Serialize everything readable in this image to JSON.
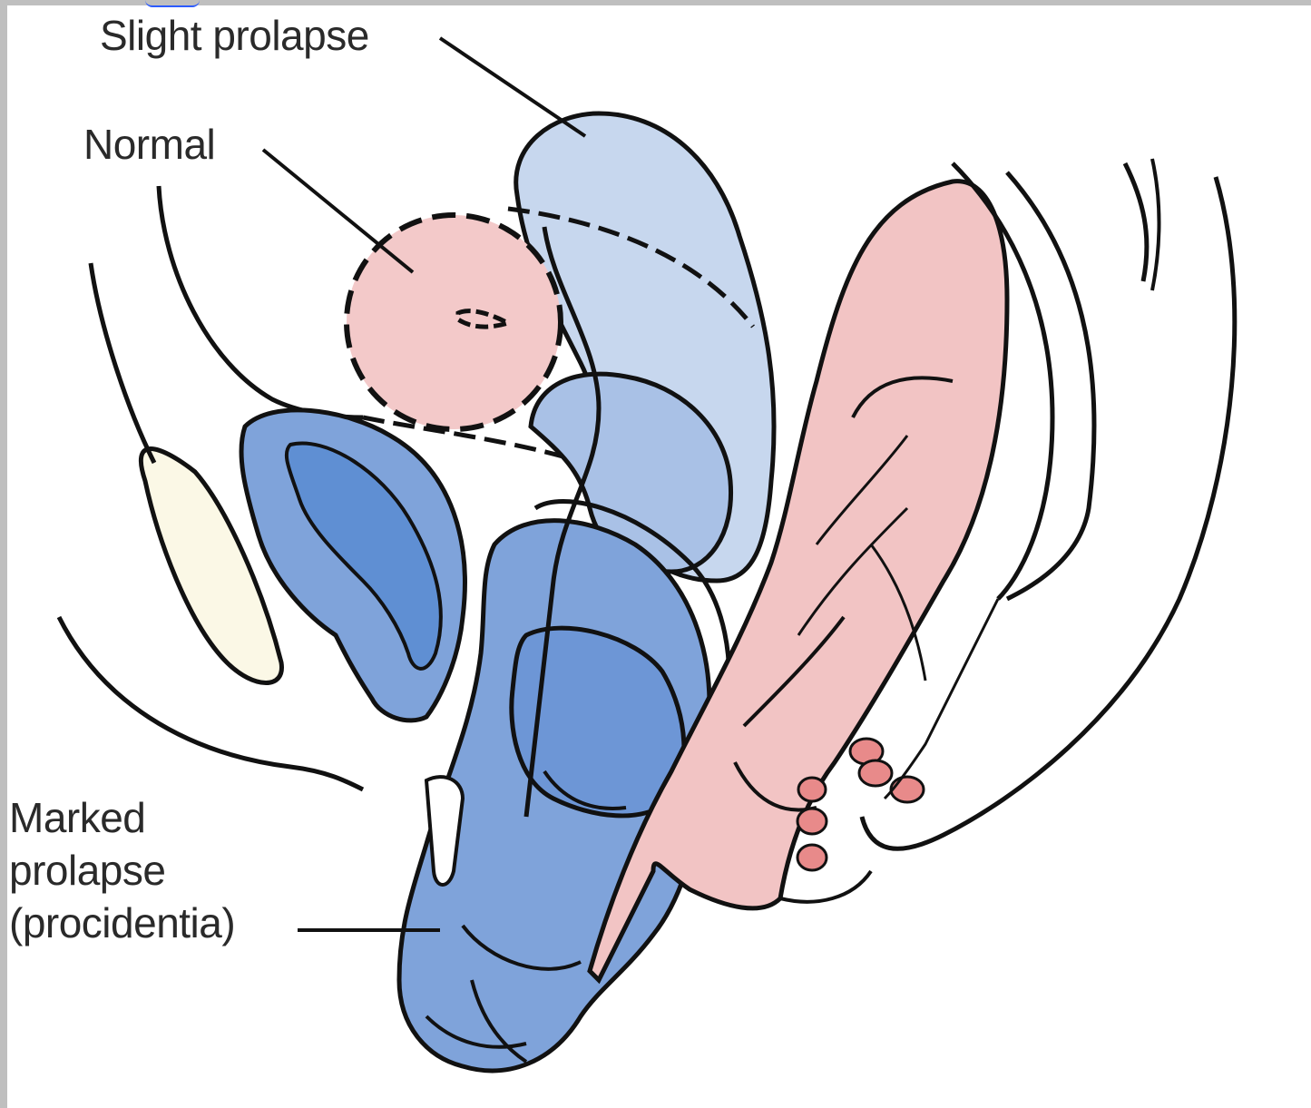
{
  "labels": {
    "slight_prolapse": "Slight prolapse",
    "normal": "Normal",
    "marked_line1": "Marked",
    "marked_line2": "prolapse",
    "marked_line3": "(procidentia)"
  },
  "colors": {
    "normal_uterus": "#f3c9c9",
    "slight_prolapse": "#c7d7ee",
    "prolapse_mid": "#a9c1e6",
    "marked_prolapse": "#7fa3da",
    "bladder": "#5f8fd3",
    "rectum": "#f2c4c4",
    "pubic_bone": "#fbf8e6",
    "outline": "#111111"
  }
}
